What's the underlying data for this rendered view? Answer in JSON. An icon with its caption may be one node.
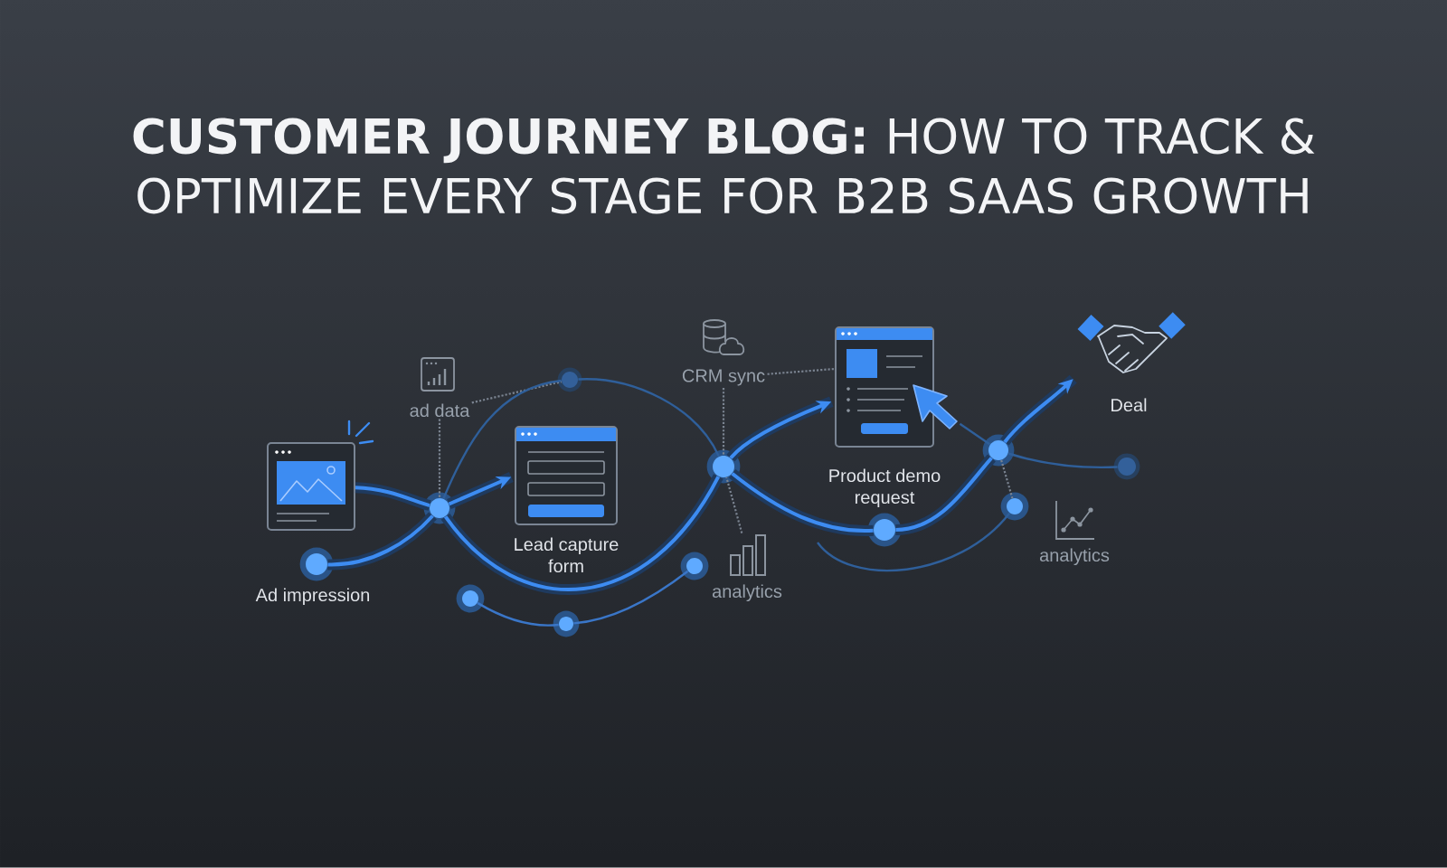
{
  "diagram": {
    "title": "**CUSTOMER JOURNEY BLOG:** HOW TO TRACK & OPTIMIZE EVERY STAGE FOR B2B SAAS GROWTH",
    "nodes": [
      {
        "text": [],
        "shape": "picture"
      },
      {
        "text": [],
        "shape": "circle",
        "beside": [
          "Ad impression"
        ]
      },
      {
        "text": [],
        "shape": "circle"
      },
      {
        "text": [
          "ad data"
        ]
      },
      {
        "text": [],
        "shape": "circle"
      },
      {
        "text": [
          "Lead capture form"
        ]
      },
      {
        "text": [],
        "shape": "circle"
      },
      {
        "text": [
          "CRM sync"
        ]
      },
      {
        "text": [
          "Product demo request"
        ]
      },
      {
        "text": [],
        "shape": "circle"
      },
      {
        "text": [],
        "shape": "circle"
      },
      {
        "text": [
          "Deal"
        ]
      },
      {
        "text": [],
        "shape": "circle"
      },
      {
        "text": [
          "analytics"
        ]
      },
      {
        "text": [
          "analytics"
        ]
      },
      {
        "text": [],
        "shape": "circle"
      },
      {
        "text": [],
        "shape": "circle"
      },
      {
        "text": [],
        "shape": "circle"
      },
      {
        "text": [],
        "shape": "circle"
      },
      {
        "text": [],
        "shape": "picture"
      }
    ],
    "edges": [
      {
        "from": 0,
        "to": 2,
        "arrow": "none",
        "style": "thick"
      },
      {
        "from": 1,
        "to": 2,
        "arrow": "none",
        "style": "thick"
      },
      {
        "from": 2,
        "to": 5,
        "arrow": "to",
        "style": "thick"
      },
      {
        "from": 2,
        "to": 6,
        "arrow": "none",
        "style": "thick"
      },
      {
        "from": 3,
        "to": 2,
        "arrow": "none",
        "style": "dashed",
        "color": "#7a8390"
      },
      {
        "from": 3,
        "to": 4,
        "arrow": "none",
        "style": "dashed",
        "color": "#7a8390"
      },
      {
        "from": 2,
        "to": 4,
        "arrow": "none",
        "color": "#2f5f9a"
      },
      {
        "from": 4,
        "to": 6,
        "arrow": "none",
        "color": "#2f5f9a"
      },
      {
        "from": 7,
        "to": 6,
        "arrow": "none",
        "style": "dashed",
        "color": "#7a8390"
      },
      {
        "from": 7,
        "to": 8,
        "arrow": "none",
        "style": "dashed",
        "color": "#7a8390"
      },
      {
        "from": 6,
        "to": 8,
        "arrow": "to",
        "style": "thick"
      },
      {
        "from": 6,
        "to": 9,
        "arrow": "none",
        "style": "thick"
      },
      {
        "from": 9,
        "to": 10,
        "arrow": "none",
        "style": "thick"
      },
      {
        "from": 13,
        "to": 6,
        "arrow": "none",
        "style": "dashed",
        "color": "#7a8390"
      },
      {
        "from": 19,
        "to": 10,
        "arrow": "none",
        "color": "#2f5f9a"
      },
      {
        "from": 10,
        "to": 11,
        "arrow": "to",
        "style": "thick"
      },
      {
        "from": 10,
        "to": 12,
        "arrow": "none",
        "color": "#2f5f9a"
      },
      {
        "from": 10,
        "to": 18,
        "arrow": "none",
        "style": "dashed",
        "color": "#7a8390"
      },
      {
        "from": 15,
        "to": 16,
        "arrow": "none",
        "color": "#3a76c8"
      },
      {
        "from": 16,
        "to": 17,
        "arrow": "none",
        "color": "#3a76c8"
      },
      {
        "from": null,
        "to": 18,
        "arrow": "none",
        "color": "#2f5f9a"
      }
    ]
  }
}
